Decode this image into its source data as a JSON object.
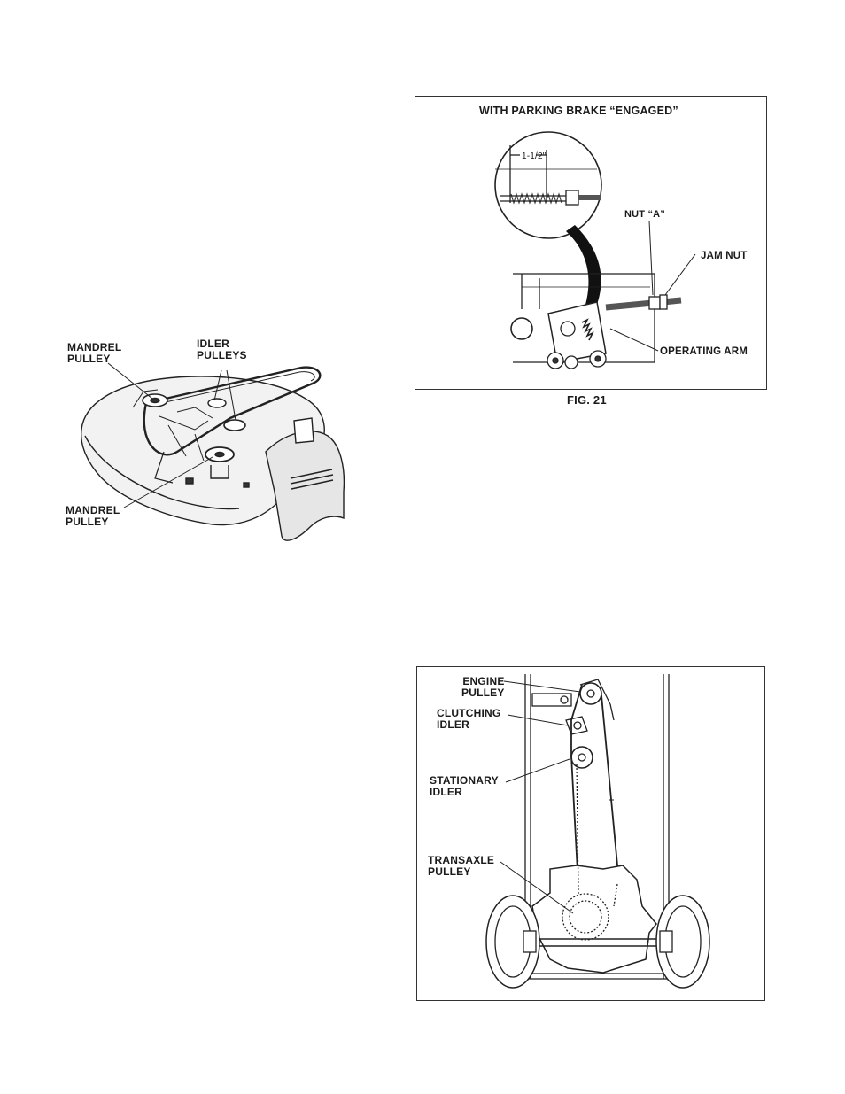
{
  "deck_figure": {
    "labels": {
      "mandrel_top_line1": "MANDREL",
      "mandrel_top_line2": "PULLEY",
      "idler_line1": "IDLER",
      "idler_line2": "PULLEYS",
      "mandrel_bottom_line1": "MANDREL",
      "mandrel_bottom_line2": "PULLEY"
    }
  },
  "fig21": {
    "title": "WITH PARKING BRAKE “ENGAGED”",
    "dimension": "1-1/2\"",
    "nut_a": "NUT “A”",
    "jam_nut": "JAM NUT",
    "operating_arm": "OPERATING ARM",
    "caption": "FIG. 21"
  },
  "drive_figure": {
    "engine_line1": "ENGINE",
    "engine_line2": "PULLEY",
    "clutching_line1": "CLUTCHING",
    "clutching_line2": "IDLER",
    "stationary_line1": "STATIONARY",
    "stationary_line2": "IDLER",
    "transaxle_line1": "TRANSAXLE",
    "transaxle_line2": "PULLEY"
  }
}
